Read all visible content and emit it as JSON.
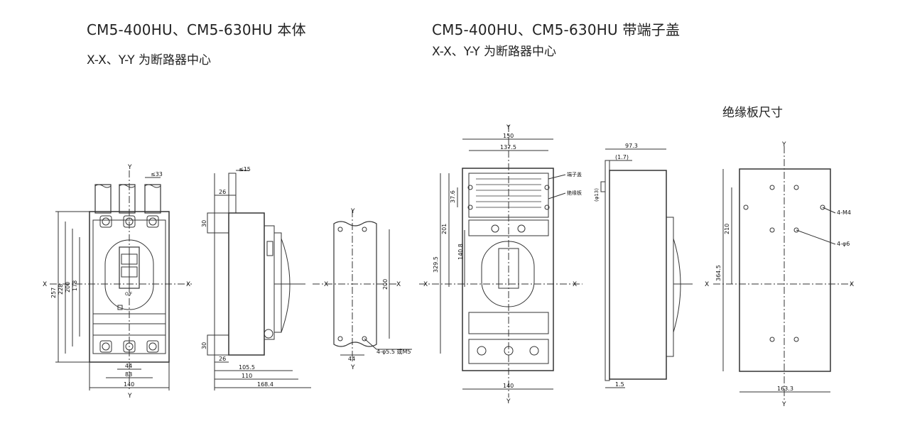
{
  "left_section": {
    "title": "CM5-400HU、CM5-630HU 本体",
    "subtitle": "X-X、Y-Y 为断路器中心"
  },
  "right_section": {
    "title": "CM5-400HU、CM5-630HU 带端子盖",
    "subtitle": "X-X、Y-Y 为断路器中心",
    "plate_title": "绝缘板尺寸"
  },
  "axis": {
    "x": "X",
    "y": "Y"
  },
  "front_view": {
    "dims": [
      "257",
      "228",
      "200",
      "178",
      "44",
      "88",
      "140",
      "≤33"
    ],
    "handle_label": "O/F"
  },
  "side_view": {
    "dims": [
      "≤15",
      "26",
      "30",
      "30",
      "26",
      "105.5",
      "110",
      "168.4"
    ]
  },
  "mounting_view": {
    "dims": [
      "200",
      "44"
    ],
    "hole_note": "4-φ5.5 或M5"
  },
  "cover_front_view": {
    "dims": [
      "150",
      "137.5",
      "37.6",
      "201",
      "140.8",
      "329.5",
      "140"
    ],
    "label_terminal_cover": "端子盖",
    "label_insulation_plate": "绝缘板"
  },
  "cover_side_view": {
    "dims": [
      "97.3",
      "(1.7)",
      "(φ13)",
      "1.5"
    ]
  },
  "plate_view": {
    "dims": [
      "210",
      "364.5",
      "163.3"
    ],
    "note_m4": "4-M4",
    "note_phi6": "4-φ6"
  }
}
